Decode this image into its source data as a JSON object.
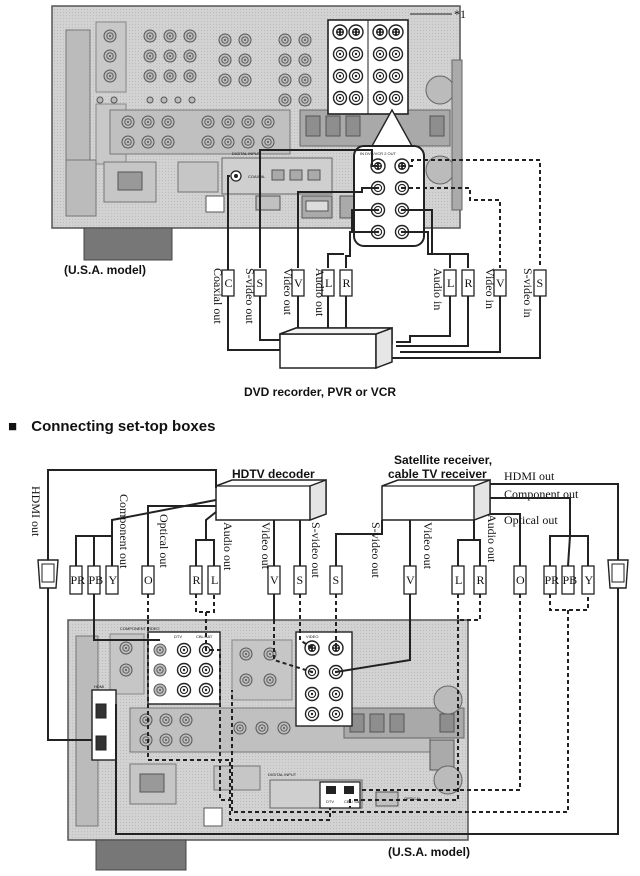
{
  "top": {
    "footnote_marker": "*1",
    "model_label": "(U.S.A. model)",
    "device_caption": "DVD recorder, PVR or VCR",
    "cables": {
      "coaxial_out": "Coaxial out",
      "s_video_out": "S-video out",
      "video_out": "Video out",
      "audio_out": "Audio out",
      "audio_in": "Audio in",
      "video_in": "Video in",
      "s_video_in": "S-video in"
    },
    "plugs": {
      "c": "C",
      "s": "S",
      "v": "V",
      "l": "L",
      "r": "R"
    },
    "panel": {
      "digital_input": "DIGITAL INPUT",
      "coaxial": "COAXIAL",
      "dvr_vcr_in": "IN DVR/VCR 2 OUT",
      "dvd_vcr": "DVR VCR 2"
    }
  },
  "section": {
    "bullet": "■",
    "title": "Connecting set-top boxes"
  },
  "bottom": {
    "hdtv_decoder": "HDTV decoder",
    "satellite_line1": "Satellite receiver,",
    "satellite_line2": "cable TV receiver",
    "model_label": "(U.S.A. model)",
    "cables": {
      "hdmi_out_left": "HDMI out",
      "component_out_left": "Component out",
      "optical_out_left": "Optical out",
      "audio_out_left": "Audio out",
      "video_out_left": "Video out",
      "s_video_out_left": "S-video out",
      "s_video_out_right": "S-video out",
      "video_out_right": "Video out",
      "audio_out_right": "Audio out",
      "hdmi_out_right": "HDMI out",
      "component_out_right": "Component out",
      "optical_out_right": "Optical out"
    },
    "plugs": {
      "y": "Y",
      "pb": "PB",
      "pr": "PR",
      "o": "O",
      "l": "L",
      "r": "R",
      "v": "V",
      "s": "S"
    },
    "panel": {
      "component_video": "COMPONENT VIDEO",
      "dtv": "DTV",
      "cbl_sat": "CBL/SAT",
      "hdmi": "HDMI",
      "digital_input": "DIGITAL INPUT",
      "optical": "OPTICAL",
      "video": "VIDEO",
      "dtv_label": "DTV",
      "cbl_sat_label": "CBL/ SAT"
    }
  }
}
